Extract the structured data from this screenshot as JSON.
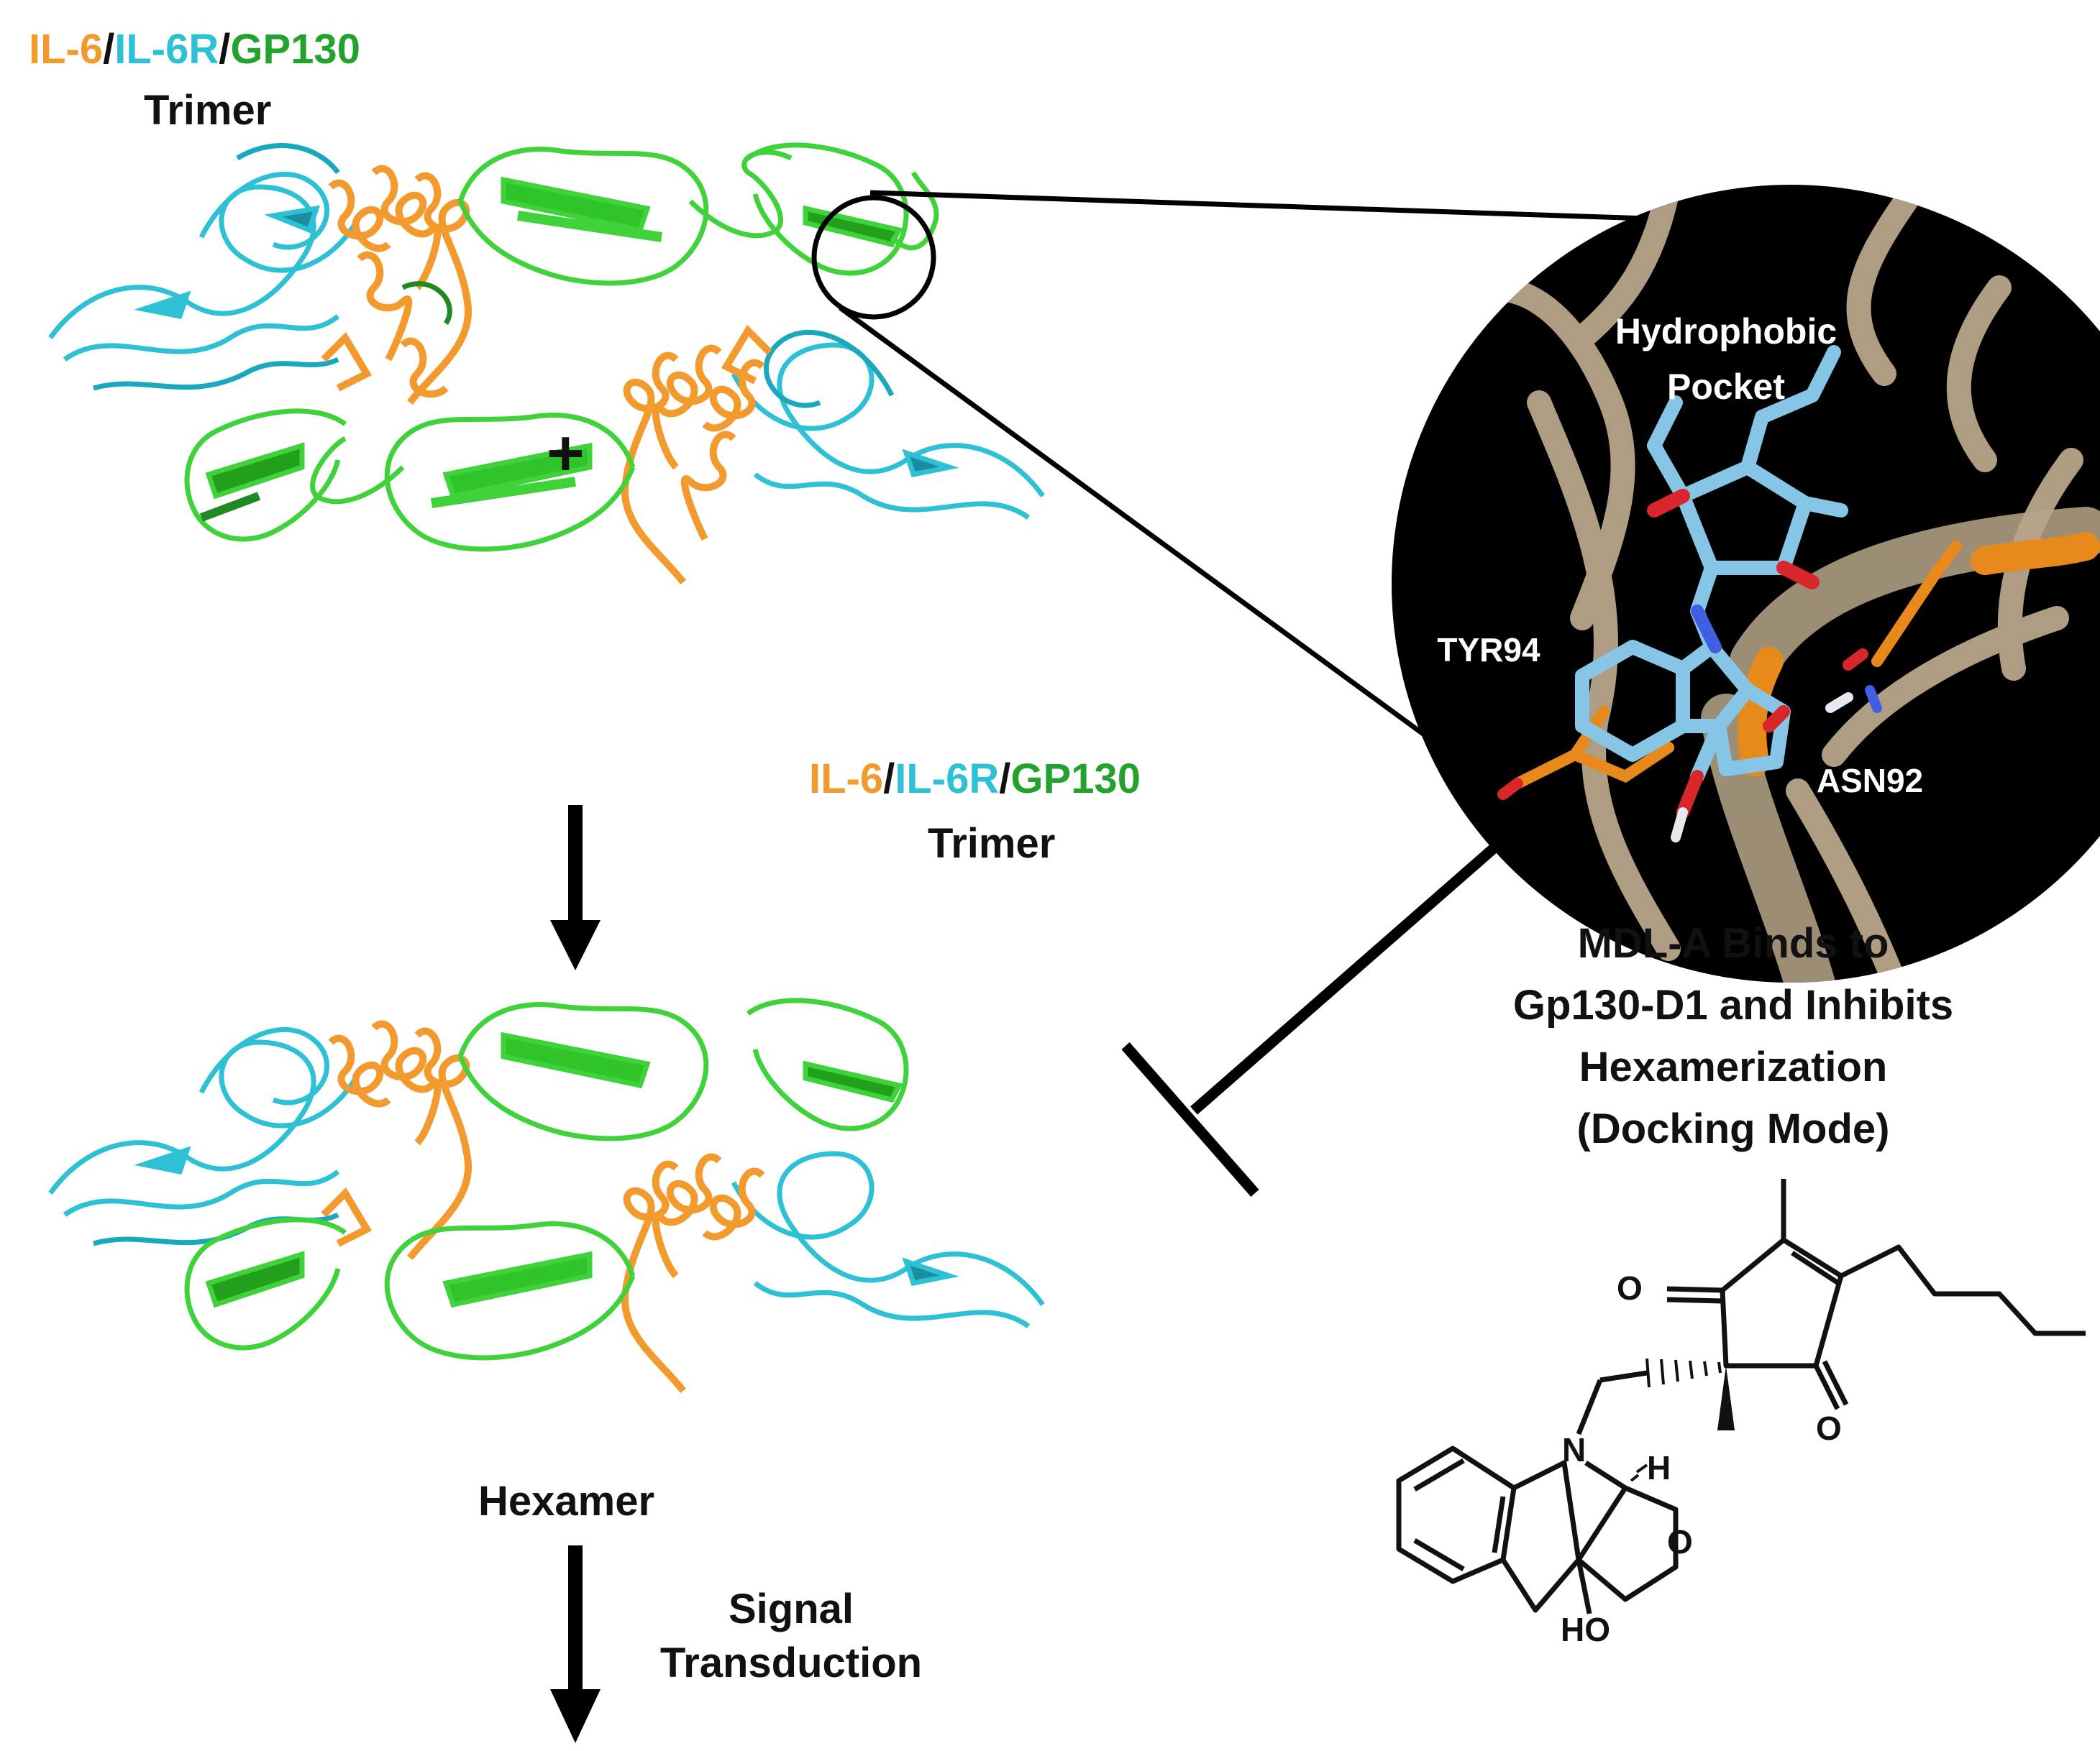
{
  "colors": {
    "il6": "#f39a2e",
    "il6r": "#2ec0d4",
    "gp130": "#23a22e",
    "ribbon_inset": "#b8a68a",
    "ligand": "#86c5e5",
    "inset_background": "#000000"
  },
  "legend_top": {
    "il6": "IL-6",
    "il6r": "IL-6R",
    "gp130": "GP130",
    "sep": "/",
    "line2": "Trimer"
  },
  "legend_mid": {
    "il6": "IL-6",
    "il6r": "IL-6R",
    "gp130": "GP130",
    "sep": "/",
    "line2": "Trimer"
  },
  "plus": "+",
  "hexamer_label": "Hexamer",
  "signal": {
    "line1": "Signal",
    "line2": "Transduction"
  },
  "inset": {
    "pocket_line1": "Hydrophobic",
    "pocket_line2": "Pocket",
    "tyr": "TYR94",
    "asn": "ASN92"
  },
  "mdl_caption": {
    "line1": "MDL-A Binds to",
    "line2": "Gp130-D1 and Inhibits",
    "line3": "Hexamerization",
    "line4": "(Docking Mode)"
  },
  "chem_atoms": {
    "o1": "O",
    "o2": "O",
    "o3": "O",
    "n": "N",
    "h": "H",
    "ho": "HO"
  }
}
